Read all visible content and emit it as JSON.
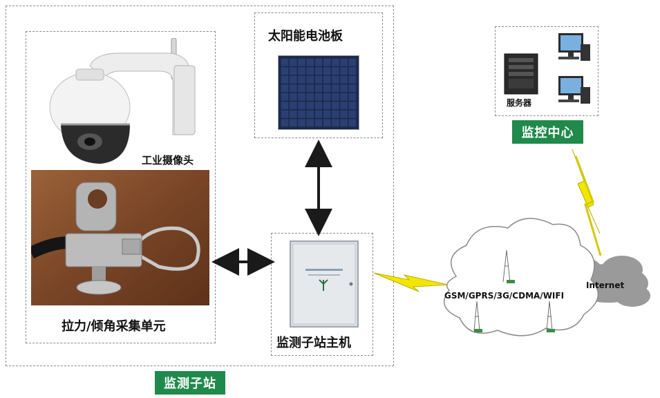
{
  "station": {
    "tag": "监测子站",
    "camera_label": "工业摄像头",
    "sensor_label": "拉力/倾角采集单元",
    "solar_label": "太阳能电池板",
    "host_label": "监测子站主机"
  },
  "network": {
    "cloud_label": "GSM/GPRS/3G/CDMA/WIFI",
    "internet_label": "Internet"
  },
  "center": {
    "server_label": "服务器",
    "tag": "监控中心"
  },
  "colors": {
    "tag_green": "#1f8a4c",
    "lightning": "#f2e600",
    "border": "#8a8a8a"
  }
}
